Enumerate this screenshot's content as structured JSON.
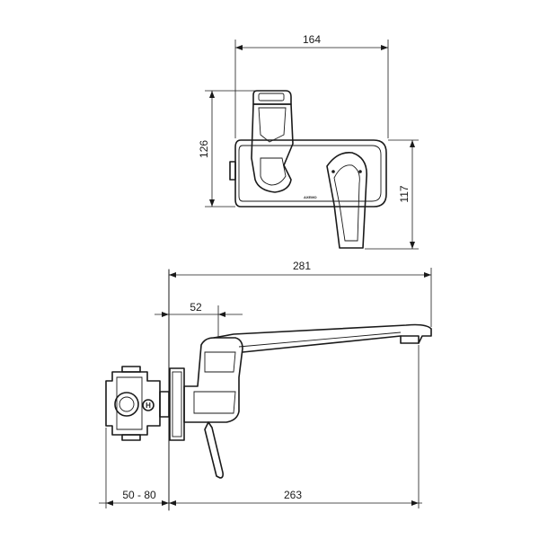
{
  "dimensions": {
    "top_width": "164",
    "top_height_left": "126",
    "top_height_right": "117",
    "side_overall": "281",
    "side_offset": "52",
    "wall_depth": "50 - 80",
    "projection": "263"
  },
  "labels": {
    "brand": "AXEMO",
    "hot_marker": "H"
  }
}
